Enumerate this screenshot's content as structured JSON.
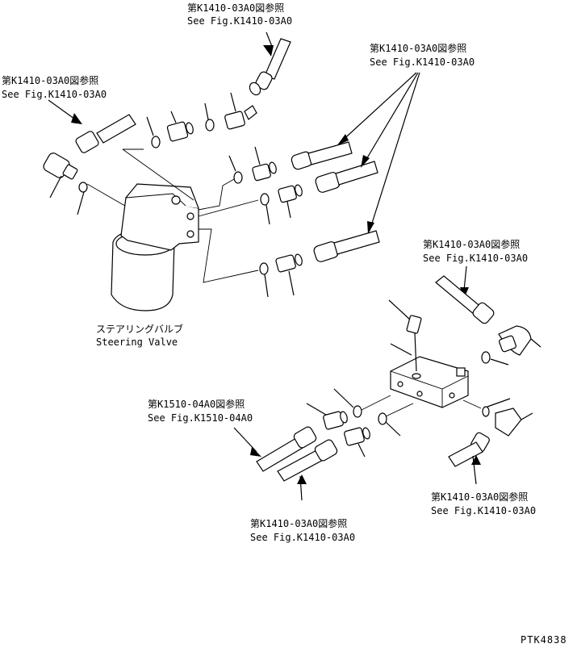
{
  "drawing": {
    "ref_top_jp": "第K1410-03A0図参照",
    "ref_top_en": "See Fig.K1410-03A0",
    "ref_upper_right_jp": "第K1410-03A0図参照",
    "ref_upper_right_en": "See Fig.K1410-03A0",
    "ref_left_jp": "第K1410-03A0図参照",
    "ref_left_en": "See Fig.K1410-03A0",
    "ref_mid_right_jp": "第K1410-03A0図参照",
    "ref_mid_right_en": "See Fig.K1410-03A0",
    "valve_label_jp": "ステアリングバルブ",
    "valve_label_en": "Steering Valve",
    "ref_k1510_jp": "第K1510-04A0図参照",
    "ref_k1510_en": "See Fig.K1510-04A0",
    "ref_bottom_center_jp": "第K1410-03A0図参照",
    "ref_bottom_center_en": "See Fig.K1410-03A0",
    "ref_bottom_right_jp": "第K1410-03A0図参照",
    "ref_bottom_right_en": "See Fig.K1410-03A0",
    "drawing_code": "PTK4838"
  }
}
